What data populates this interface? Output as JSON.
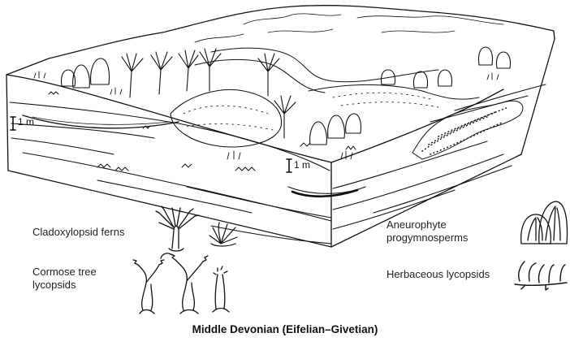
{
  "caption": "Middle Devonian (Eifelian–Givetian)",
  "scale_bars": [
    "1 m",
    "1 m"
  ],
  "legend": {
    "cladoxylopsid": "Cladoxylopsid ferns",
    "cormose_line1": "Cormose tree",
    "cormose_line2": "lycopsids",
    "aneurophyte_line1": "Aneurophyte",
    "aneurophyte_line2": "progymnosperms",
    "herbaceous": "Herbaceous lycopsids"
  }
}
